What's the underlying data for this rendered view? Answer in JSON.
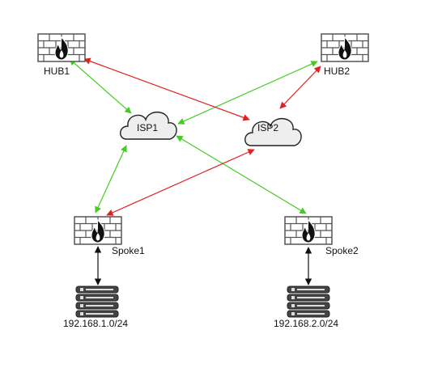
{
  "nodes": {
    "hub1": {
      "label": "HUB1",
      "icon": "firewall-icon"
    },
    "hub2": {
      "label": "HUB2",
      "icon": "firewall-icon"
    },
    "isp1": {
      "label": "ISP1",
      "icon": "cloud-icon"
    },
    "isp2": {
      "label": "ISP2",
      "icon": "cloud-icon"
    },
    "spoke1": {
      "label": "Spoke1",
      "icon": "firewall-icon"
    },
    "spoke2": {
      "label": "Spoke2",
      "icon": "firewall-icon"
    },
    "lan1": {
      "label": "192.168.1.0/24",
      "icon": "server-icon"
    },
    "lan2": {
      "label": "192.168.2.0/24",
      "icon": "server-icon"
    }
  },
  "colors": {
    "isp1_link": "#44cc22",
    "isp2_link": "#dd2222",
    "lan_link": "#111111",
    "firewall_brick": "#555555",
    "flame": "#111111"
  }
}
